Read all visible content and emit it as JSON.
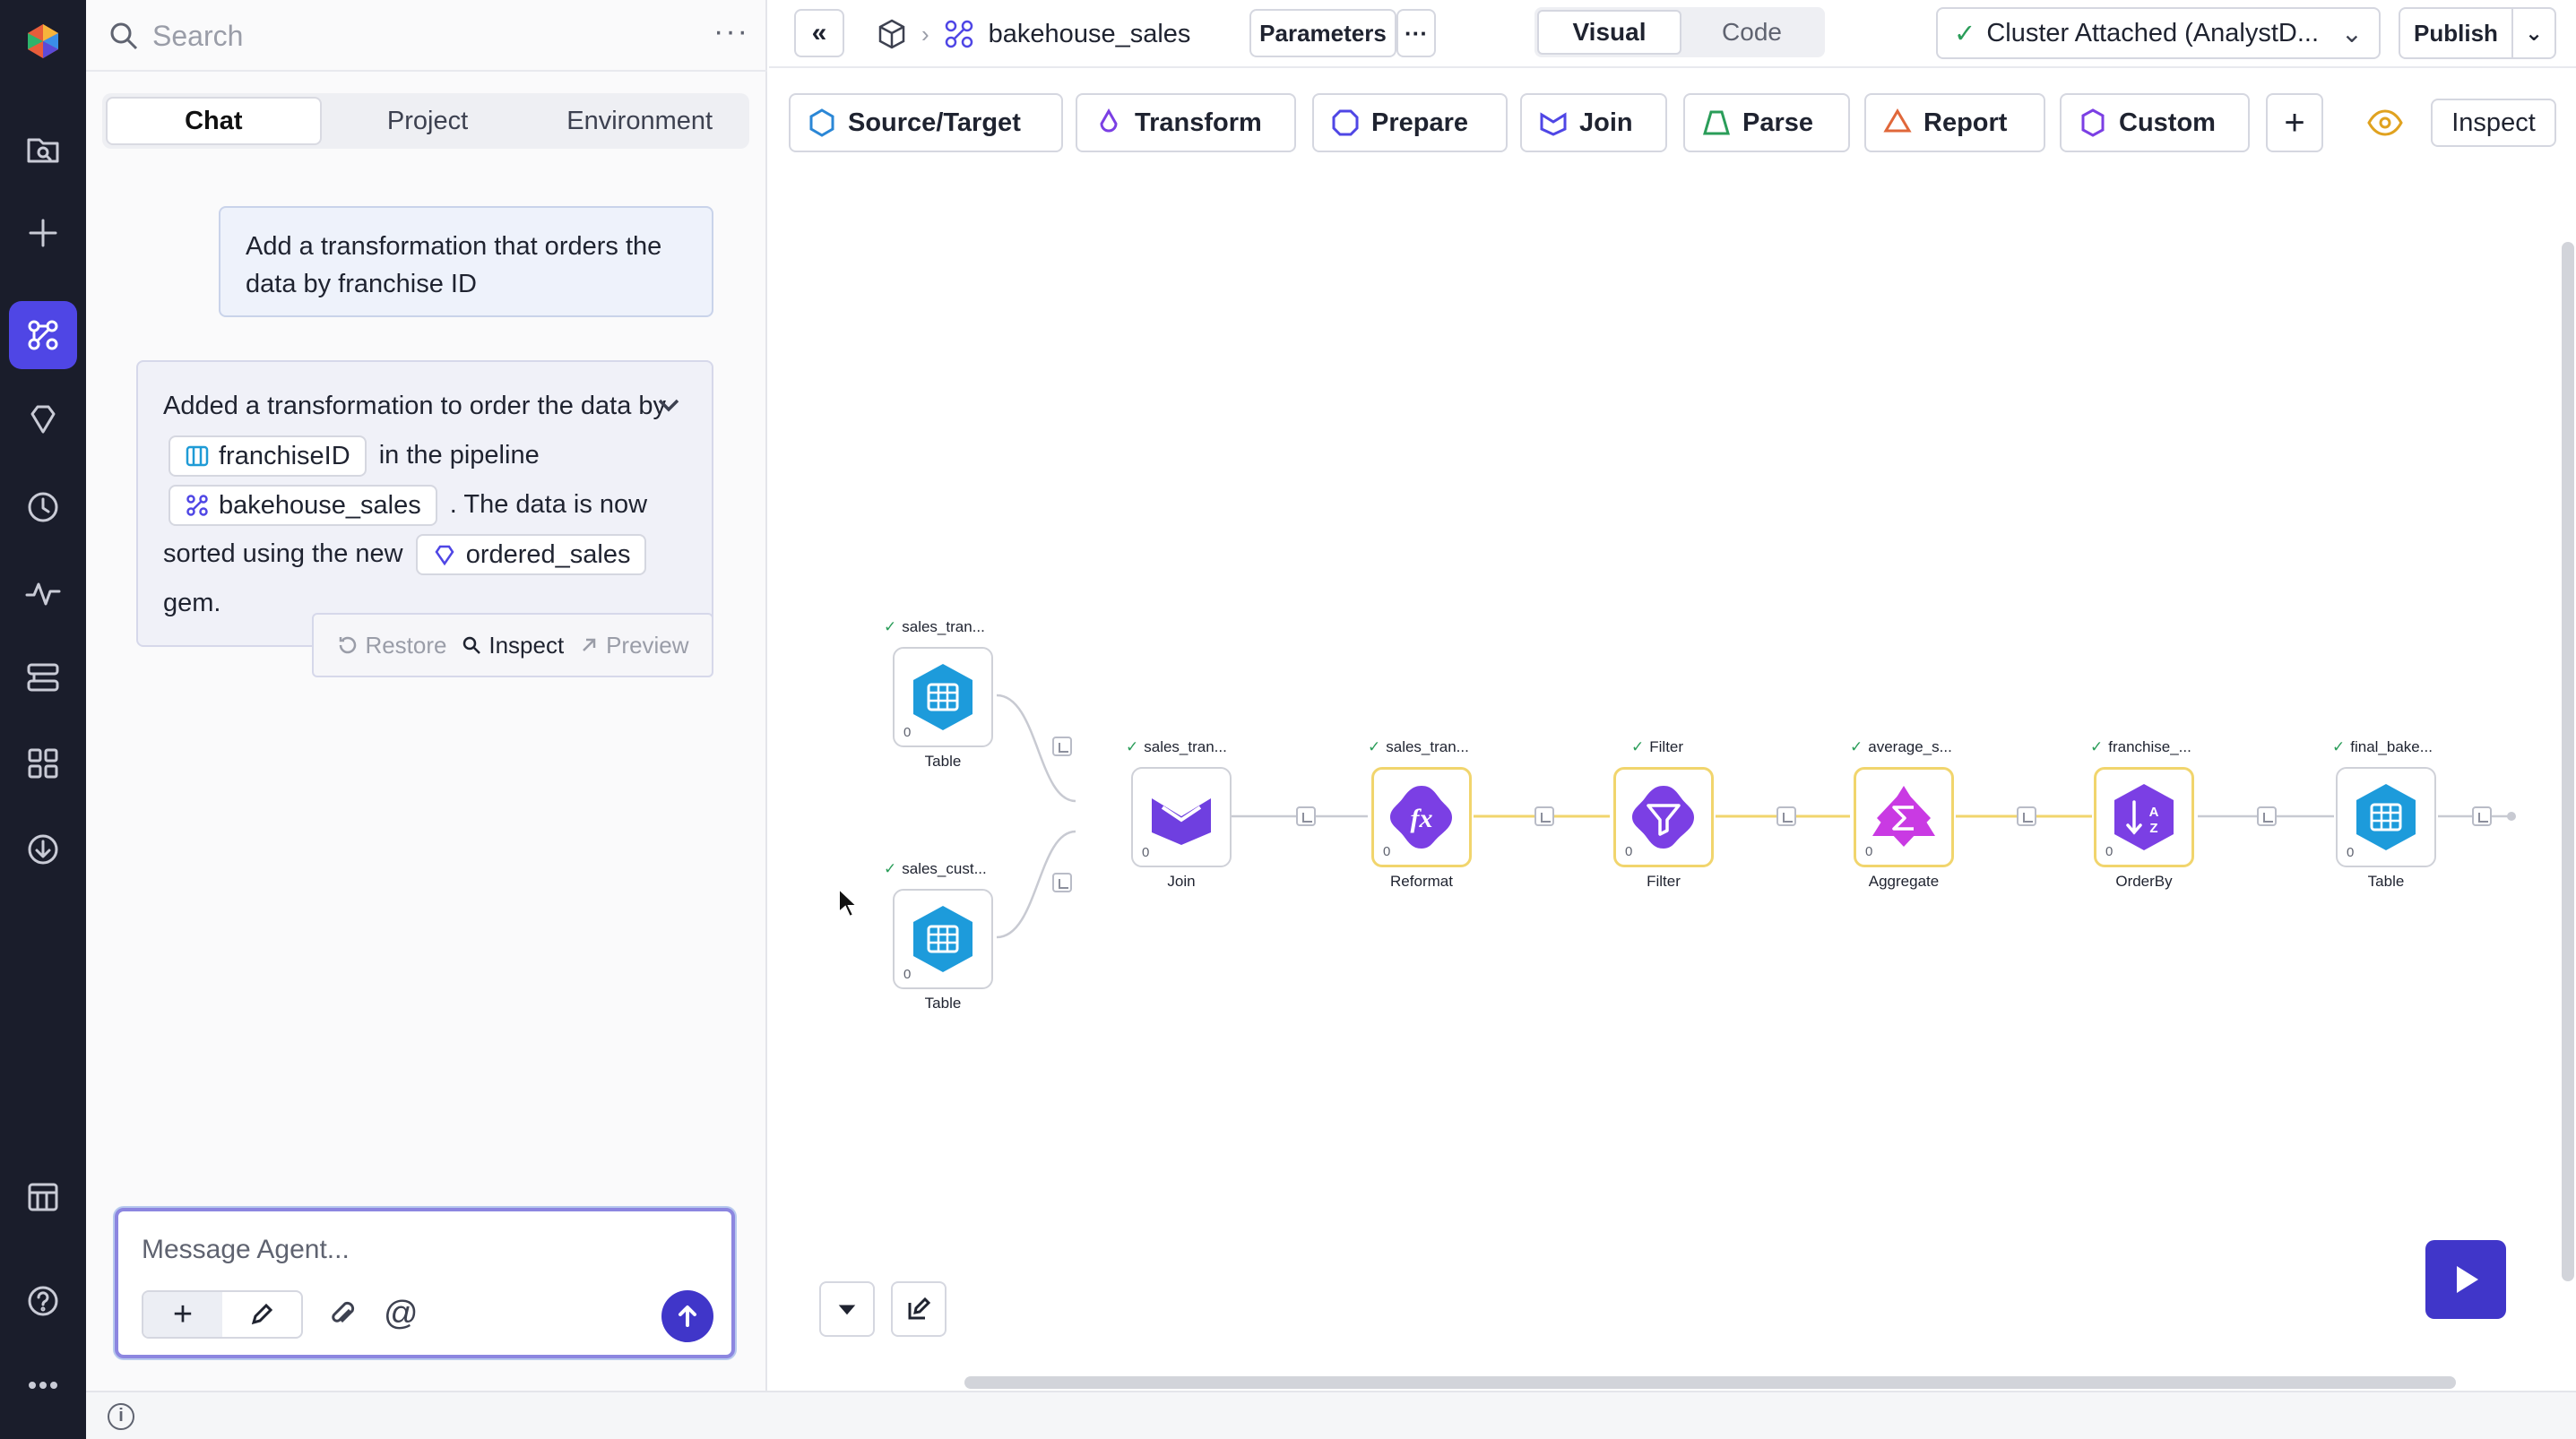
{
  "rail": {
    "items": [
      "logo",
      "project-browser",
      "create",
      "pipelines",
      "gems",
      "history",
      "monitoring",
      "datasets",
      "apps",
      "downloads",
      "calendar",
      "help",
      "more"
    ]
  },
  "search": {
    "placeholder": "Search"
  },
  "panel_tabs": [
    "Chat",
    "Project",
    "Environment"
  ],
  "chat": {
    "user_message": "Add a transformation that orders the data by franchise ID",
    "agent": {
      "t1": "Added a transformation to order the data by",
      "chip_column": "franchiseID",
      "t2": "in the pipeline",
      "chip_pipeline": "bakehouse_sales",
      "t3": ". The data is now sorted using the new",
      "chip_gem": "ordered_sales",
      "t4": "gem."
    },
    "actions": {
      "restore": "Restore",
      "inspect": "Inspect",
      "preview": "Preview"
    },
    "composer_placeholder": "Message Agent..."
  },
  "topbar": {
    "pipeline_name": "bakehouse_sales",
    "parameters": "Parameters",
    "more": "···",
    "views": [
      "Visual",
      "Code"
    ],
    "cluster": "Cluster Attached (AnalystD...",
    "publish": "Publish"
  },
  "gem_toolbar": {
    "items": [
      "Source/Target",
      "Transform",
      "Prepare",
      "Join",
      "Parse",
      "Report",
      "Custom"
    ],
    "inspect": "Inspect"
  },
  "colors": {
    "accent": "#4036c9",
    "rail": "#1a1d2b",
    "table_gem": "#1d9bdb",
    "transform_gem": "#7b3fe4",
    "aggregate_gem": "#c93ae3",
    "selected_border": "#f1d56d",
    "success": "#2a9d59"
  },
  "pipeline": {
    "nodes": [
      {
        "id": "src1",
        "title": "sales_tran...",
        "label": "Table",
        "count": "0"
      },
      {
        "id": "src2",
        "title": "sales_cust...",
        "label": "Table",
        "count": "0"
      },
      {
        "id": "join",
        "title": "sales_tran...",
        "label": "Join",
        "count": "0"
      },
      {
        "id": "reformat",
        "title": "sales_tran...",
        "label": "Reformat",
        "count": "0"
      },
      {
        "id": "filter",
        "title": "Filter",
        "label": "Filter",
        "count": "0"
      },
      {
        "id": "aggregate",
        "title": "average_s...",
        "label": "Aggregate",
        "count": "0"
      },
      {
        "id": "orderby",
        "title": "franchise_...",
        "label": "OrderBy",
        "count": "0"
      },
      {
        "id": "target",
        "title": "final_bake...",
        "label": "Table",
        "count": "0"
      }
    ]
  }
}
